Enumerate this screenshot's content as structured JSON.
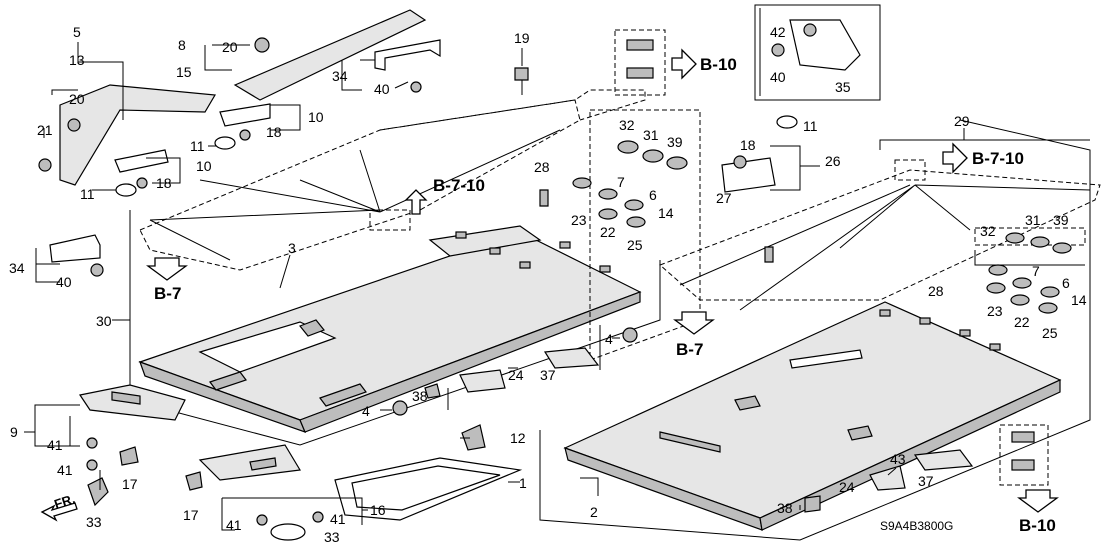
{
  "diagram": {
    "drawing_code": "S9A4B3800G",
    "direction_label": "FR.",
    "refs": [
      "B-10",
      "B-7-10",
      "B-7",
      "B-7-10",
      "B-7",
      "B-10"
    ],
    "callouts": {
      "c5": "5",
      "c13": "13",
      "c20a": "20",
      "c21": "21",
      "c11a": "11",
      "c18a": "18",
      "c10a": "10",
      "c8": "8",
      "c15": "15",
      "c20b": "20",
      "c10b": "10",
      "c18b": "18",
      "c11b": "11",
      "c34a": "34",
      "c40a": "40",
      "c19": "19",
      "c42": "42",
      "c40b": "40",
      "c35": "35",
      "c32a": "32",
      "c31a": "31",
      "c39a": "39",
      "c28a": "28",
      "c7a": "7",
      "c6a": "6",
      "c23a": "23",
      "c14a": "14",
      "c22a": "22",
      "c25a": "25",
      "c11c": "11",
      "c18c": "18",
      "c26": "26",
      "c27": "27",
      "c29": "29",
      "c32b": "32",
      "c31b": "31",
      "c39b": "39",
      "c7b": "7",
      "c6b": "6",
      "c28b": "28",
      "c23b": "23",
      "c14b": "14",
      "c22b": "22",
      "c25b": "25",
      "c34b": "34",
      "c40c": "40",
      "c3": "3",
      "c30": "30",
      "c4a": "4",
      "c37a": "37",
      "c24a": "24",
      "c38a": "38",
      "c4b": "4",
      "c12": "12",
      "c9": "9",
      "c41a": "41",
      "c41b": "41",
      "c17a": "17",
      "c33a": "33",
      "c17b": "17",
      "c1": "1",
      "c16": "16",
      "c41c": "41",
      "c41d": "41",
      "c33b": "33",
      "c2": "2",
      "c43": "43",
      "c24b": "24",
      "c37b": "37",
      "c38b": "38"
    }
  }
}
